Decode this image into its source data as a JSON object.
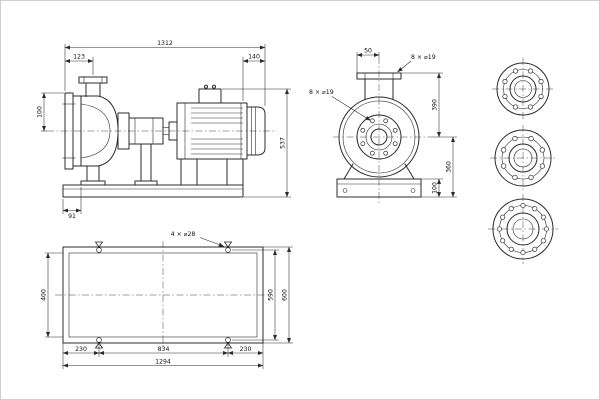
{
  "meta": {
    "drawing_type": "pump-outline-dimensional-drawing",
    "background": "#ffffff",
    "line_color": "#2b2b2b"
  },
  "views": {
    "side": {
      "name": "side-elevation",
      "dims": {
        "overall_length": "1312",
        "flange_to_discharge": "123",
        "motor_overhang": "140",
        "total_height": "537",
        "flange_height": "100",
        "foot_offset": "91"
      }
    },
    "end": {
      "name": "end-elevation",
      "dims": {
        "discharge_offset": "50",
        "discharge_flange_holes": "8 × ⌀19",
        "suction_flange_holes": "8 × ⌀19",
        "flange_to_centerline": "390",
        "base_height": "100",
        "centerline_to_base": "360"
      }
    },
    "plan": {
      "name": "baseplate-plan",
      "dims": {
        "anchor_holes": "4 × ⌀28",
        "frame_inner_width": "400",
        "hole_span_width": "590",
        "base_width": "600",
        "hole_offset_left": "230",
        "hole_span_length": "834",
        "hole_offset_right": "230",
        "base_length": "1294"
      }
    },
    "flanges": {
      "name": "flange-details",
      "top_bolt_count": 8,
      "middle_bolt_count": 8,
      "bottom_bolt_count": 12
    }
  }
}
